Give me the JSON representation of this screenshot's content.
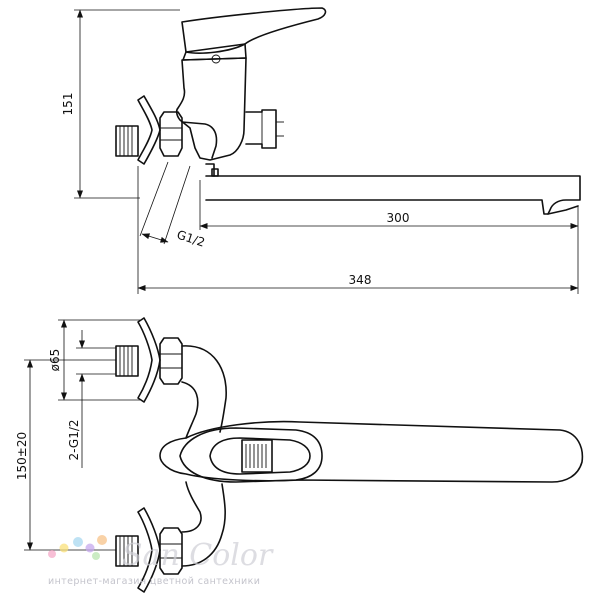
{
  "dimensions": {
    "height": "151",
    "spout_length": "300",
    "thread_inlet": "G1/2",
    "total_length": "348",
    "diameter": "ø65",
    "thread_pair": "2-G1/2",
    "center_distance": "150±20"
  },
  "watermark": {
    "brand": "San Color",
    "tagline": "интернет-магазин цветной сантехники",
    "dot_colors": [
      "#f6a9c8",
      "#f9e07a",
      "#a8d8f0",
      "#c6a8ee",
      "#f7c38a",
      "#b9e6b0"
    ]
  }
}
